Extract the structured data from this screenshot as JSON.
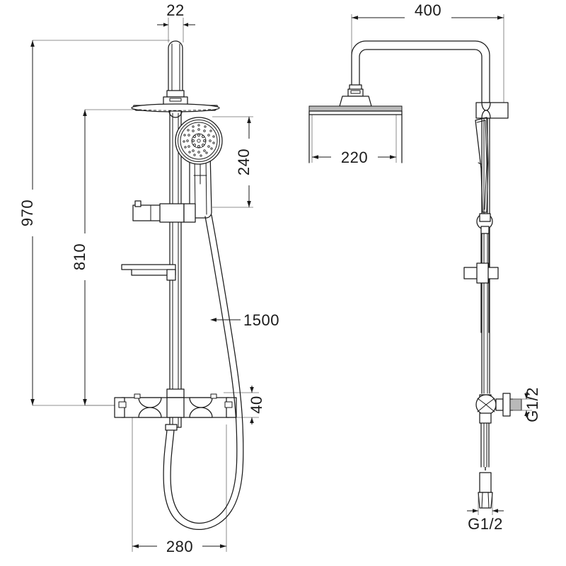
{
  "drawing": {
    "title": "Shower column technical drawing",
    "background_color": "#ffffff",
    "line_color": "#1a1a1a",
    "extension_line_color": "#6e6e6e",
    "accent_gray": "#b9b9b9"
  },
  "views": {
    "front": {
      "name": "front-elevation"
    },
    "side": {
      "name": "side-elevation"
    }
  },
  "dimensions": {
    "riser_diameter": "22",
    "overall_height": "970",
    "bar_height": "810",
    "handshower_drop": "240",
    "hose_length": "1500",
    "valve_body_height": "40",
    "base_width": "280",
    "arm_reach": "400",
    "head_width": "220",
    "inlet_thread": "G1/2",
    "outlet_thread": "G1/2"
  },
  "labels": [
    {
      "id": "dim-22",
      "text": "22",
      "orientation": "horizontal"
    },
    {
      "id": "dim-400",
      "text": "400",
      "orientation": "horizontal"
    },
    {
      "id": "dim-240",
      "text": "240",
      "orientation": "vertical"
    },
    {
      "id": "dim-220",
      "text": "220",
      "orientation": "horizontal"
    },
    {
      "id": "dim-970",
      "text": "970",
      "orientation": "vertical"
    },
    {
      "id": "dim-810",
      "text": "810",
      "orientation": "vertical"
    },
    {
      "id": "dim-1500",
      "text": "1500",
      "orientation": "horizontal"
    },
    {
      "id": "dim-40",
      "text": "40",
      "orientation": "vertical"
    },
    {
      "id": "dim-280",
      "text": "280",
      "orientation": "horizontal"
    },
    {
      "id": "thread-side",
      "text": "G1/2",
      "orientation": "vertical"
    },
    {
      "id": "thread-bottom",
      "text": "G1/2",
      "orientation": "horizontal"
    }
  ],
  "components": {
    "riser_pipe": "riser-pipe",
    "overhead_shower": "overhead-shower-head",
    "hand_shower": "hand-shower",
    "slide_bracket": "slide-bracket",
    "soap_shelf": "soap-shelf",
    "thermostatic_valve": "thermostatic-mixer-valve",
    "hose": "flexible-hose",
    "wall_bracket": "wall-bracket",
    "diverter": "diverter-body",
    "inlet_connector": "inlet-connector",
    "gooseneck_arm": "gooseneck-arm"
  }
}
